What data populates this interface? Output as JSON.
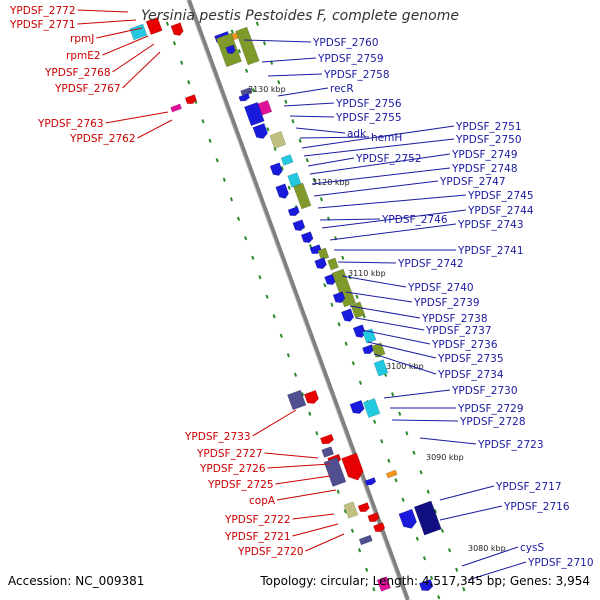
{
  "title": "Yersinia pestis Pestoides F, complete genome",
  "footer": {
    "accession": "Accession: NC_009381",
    "summary": "Topology: circular; Length: 4,517,345 bp; Genes: 3,954"
  },
  "colors": {
    "backbone": "#808080",
    "label_left": "#cc0000",
    "label_right": "#1a1aa0",
    "tick": "#2a8a2a",
    "gene_blue": "#1a1adc",
    "gene_red": "#e60000",
    "gene_olive": "#7f9a2a",
    "gene_cyan": "#22c8e0",
    "gene_magenta": "#e0109a",
    "gene_navy": "#101080",
    "gene_slate": "#505090",
    "gene_khaki": "#c0c080",
    "gene_orange": "#f0961e"
  },
  "scale_labels": [
    "3130 kbp",
    "3120 kbp",
    "3110 kbp",
    "3100 kbp",
    "3090 kbp",
    "3080 kbp"
  ],
  "left_labels": [
    "YPDSF_2772",
    "YPDSF_2771",
    "rpmJ",
    "rpmE2",
    "YPDSF_2768",
    "YPDSF_2767",
    "YPDSF_2763",
    "YPDSF_2762",
    "YPDSF_2733",
    "YPDSF_2727",
    "YPDSF_2726",
    "YPDSF_2725",
    "copA",
    "YPDSF_2722",
    "YPDSF_2721",
    "YPDSF_2720"
  ],
  "right_labels": [
    "YPDSF_2760",
    "YPDSF_2759",
    "YPDSF_2758",
    "recR",
    "YPDSF_2756",
    "YPDSF_2755",
    "adk",
    "hemH",
    "YPDSF_2751",
    "YPDSF_2750",
    "YPDSF_2752",
    "YPDSF_2749",
    "YPDSF_2748",
    "YPDSF_2747",
    "YPDSF_2745",
    "YPDSF_2746",
    "YPDSF_2744",
    "YPDSF_2743",
    "YPDSF_2741",
    "YPDSF_2742",
    "YPDSF_2740",
    "YPDSF_2739",
    "YPDSF_2738",
    "YPDSF_2737",
    "YPDSF_2736",
    "YPDSF_2735",
    "YPDSF_2734",
    "YPDSF_2730",
    "YPDSF_2729",
    "YPDSF_2728",
    "YPDSF_2723",
    "YPDSF_2717",
    "YPDSF_2716",
    "cysS",
    "YPDSF_2710"
  ]
}
